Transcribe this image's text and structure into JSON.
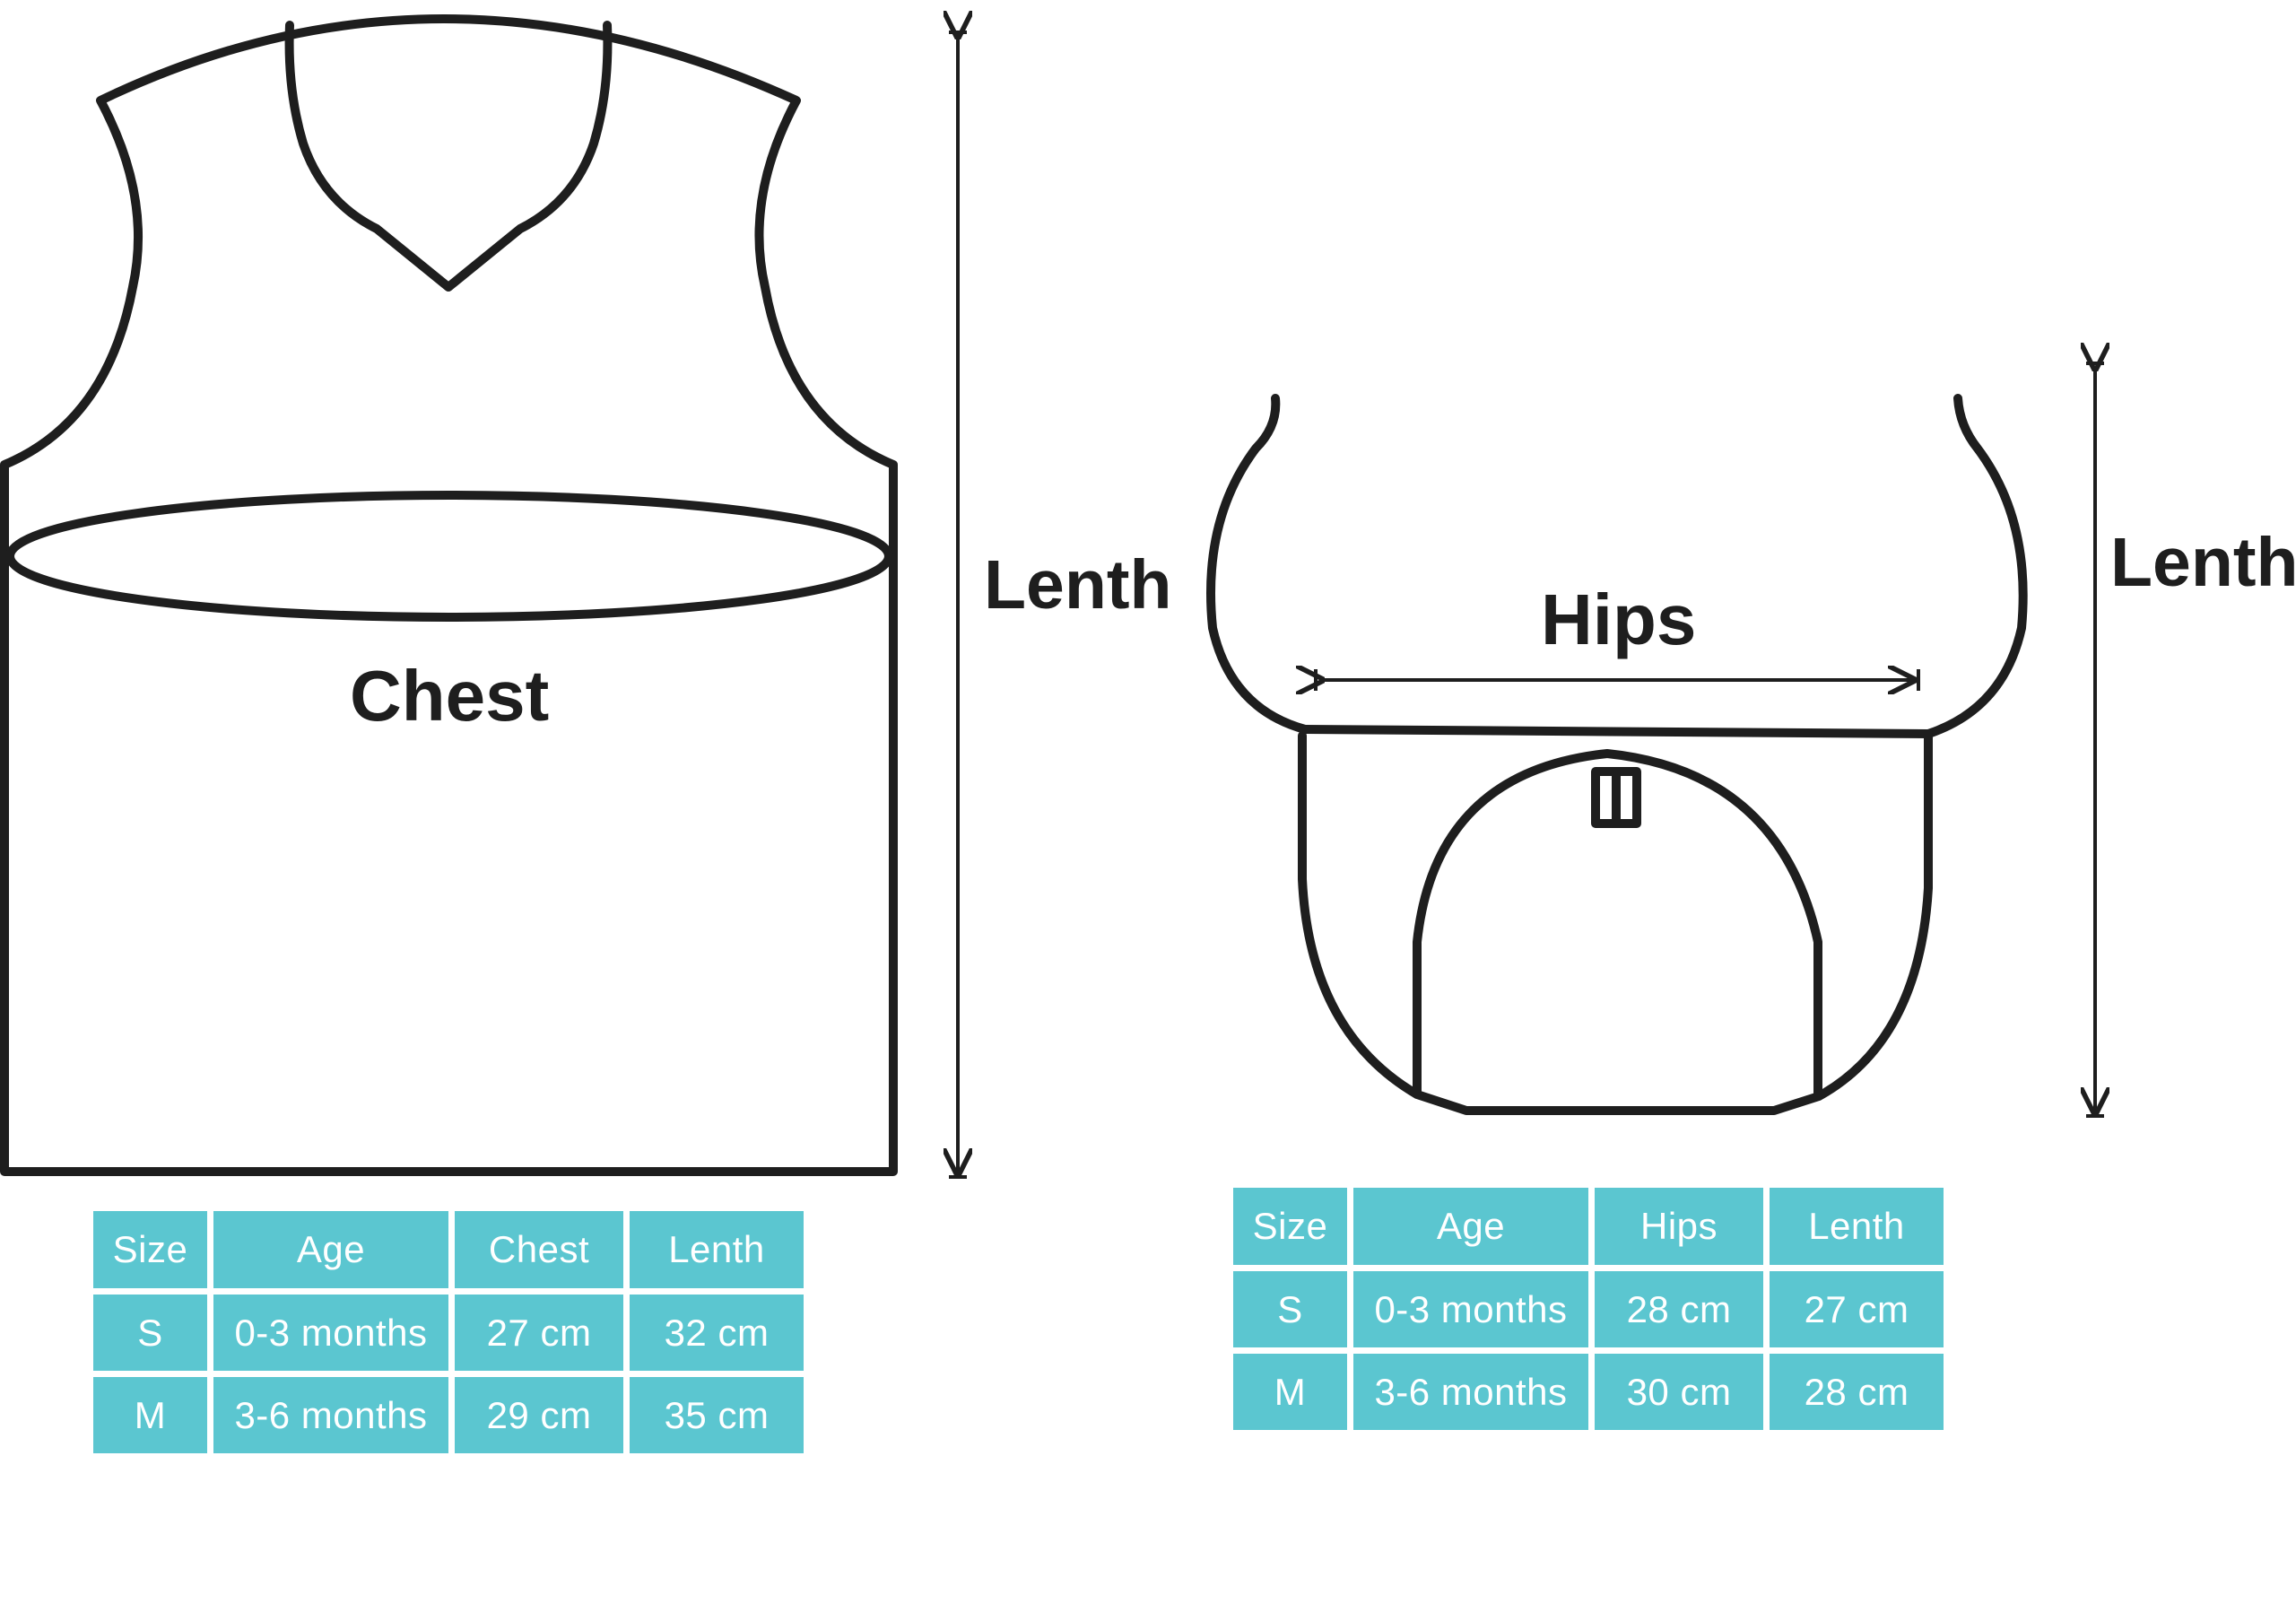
{
  "labels": {
    "chest": "Chest",
    "vest_length": "Lenth",
    "hips": "Hips",
    "bottom_length": "Lenth"
  },
  "colors": {
    "table_cell": "#5bc6d0",
    "table_text": "#ffffff",
    "outline": "#1e1e1e"
  },
  "vest_table": {
    "headers": [
      "Size",
      "Age",
      "Chest",
      "Lenth"
    ],
    "rows": [
      [
        "S",
        "0-3 months",
        "27 cm",
        "32 cm"
      ],
      [
        "M",
        "3-6 months",
        "29 cm",
        "35 cm"
      ]
    ]
  },
  "bottom_table": {
    "headers": [
      "Size",
      "Age",
      "Hips",
      "Lenth"
    ],
    "rows": [
      [
        "S",
        "0-3 months",
        "28 cm",
        "27 cm"
      ],
      [
        "M",
        "3-6 months",
        "30 cm",
        "28 cm"
      ]
    ]
  }
}
